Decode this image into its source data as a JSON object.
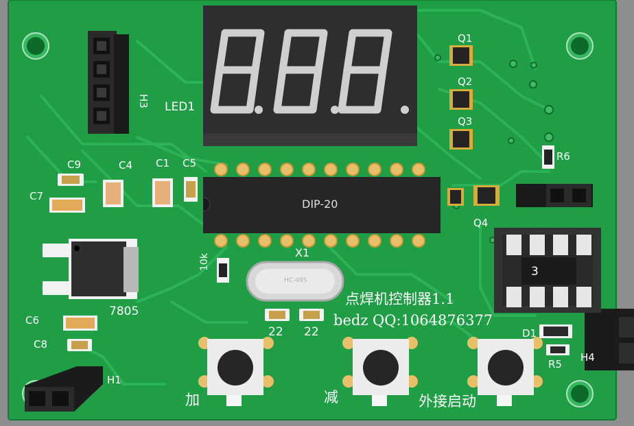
{
  "board": {
    "led_label": "LED1",
    "led_text": "8.8.8.",
    "chip_label": "DIP-20",
    "crystal_label": "X1",
    "crystal_text": "HC-49S",
    "title_cn": "点焊机控制器1.1",
    "author": "bedz QQ:1064876377",
    "regulator": "7805",
    "resistor_10k": "10k",
    "cap22_a": "22",
    "cap22_b": "22"
  },
  "designators": {
    "c9": "C9",
    "c4": "C4",
    "c1": "C1",
    "c5": "C5",
    "c7": "C7",
    "c6": "C6",
    "c8": "C8",
    "h1": "H1",
    "h3": "H3",
    "h4": "H4",
    "q1": "Q1",
    "q2": "Q2",
    "q3": "Q3",
    "q4": "Q4",
    "r5": "R5",
    "r6": "R6",
    "d1": "D1",
    "socket": "3"
  },
  "buttons": {
    "add": "加",
    "sub": "减",
    "ext": "外接启动"
  }
}
